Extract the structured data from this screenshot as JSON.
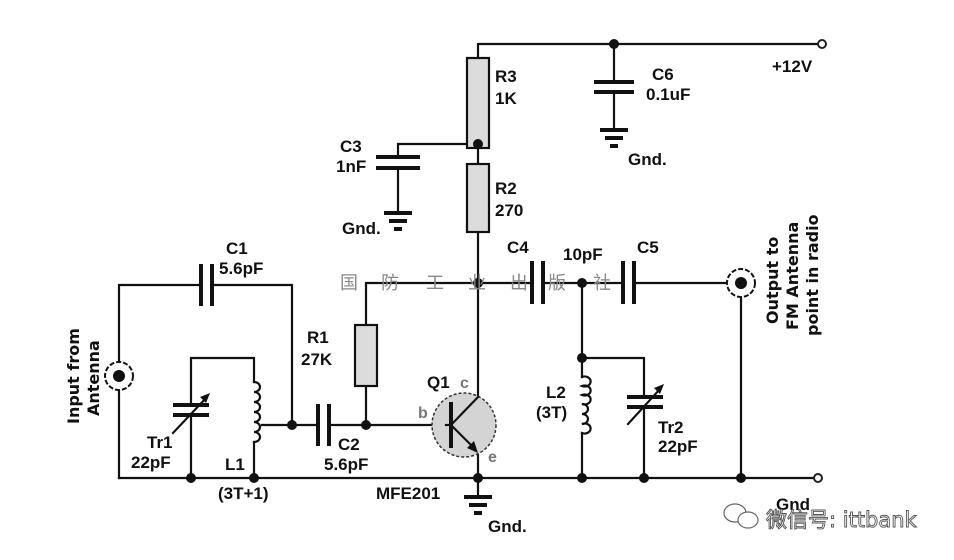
{
  "components": {
    "R1": {
      "name": "R1",
      "value": "27K"
    },
    "R2": {
      "name": "R2",
      "value": "270"
    },
    "R3": {
      "name": "R3",
      "value": "1K"
    },
    "C1": {
      "name": "C1",
      "value": "5.6pF"
    },
    "C2": {
      "name": "C2",
      "value": "5.6pF"
    },
    "C3": {
      "name": "C3",
      "value": "1nF"
    },
    "C4": {
      "name": "C4",
      "value": "10pF"
    },
    "C5": {
      "name": "C5"
    },
    "C6": {
      "name": "C6",
      "value": "0.1uF"
    },
    "L1": {
      "name": "L1",
      "value": "(3T+1)"
    },
    "L2": {
      "name": "L2",
      "value": "(3T)"
    },
    "Tr1": {
      "name": "Tr1",
      "value": "22pF"
    },
    "Tr2": {
      "name": "Tr2",
      "value": "22pF"
    },
    "Q1": {
      "name": "Q1",
      "part": "MFE201",
      "pin_b": "b",
      "pin_c": "c",
      "pin_e": "e"
    }
  },
  "labels": {
    "supply": "+12V",
    "gnd": "Gnd.",
    "gnd_rail": "Gnd",
    "input_line1": "Input from",
    "input_line2": "Antenna",
    "output_line1": "Output to",
    "output_line2": "FM Antenna",
    "output_line3": "point in radio"
  },
  "watermarks": {
    "publisher_chars": [
      "国",
      "防",
      "工",
      "业",
      "出",
      "版",
      "社"
    ],
    "wechat": "微信号: ittbank"
  }
}
